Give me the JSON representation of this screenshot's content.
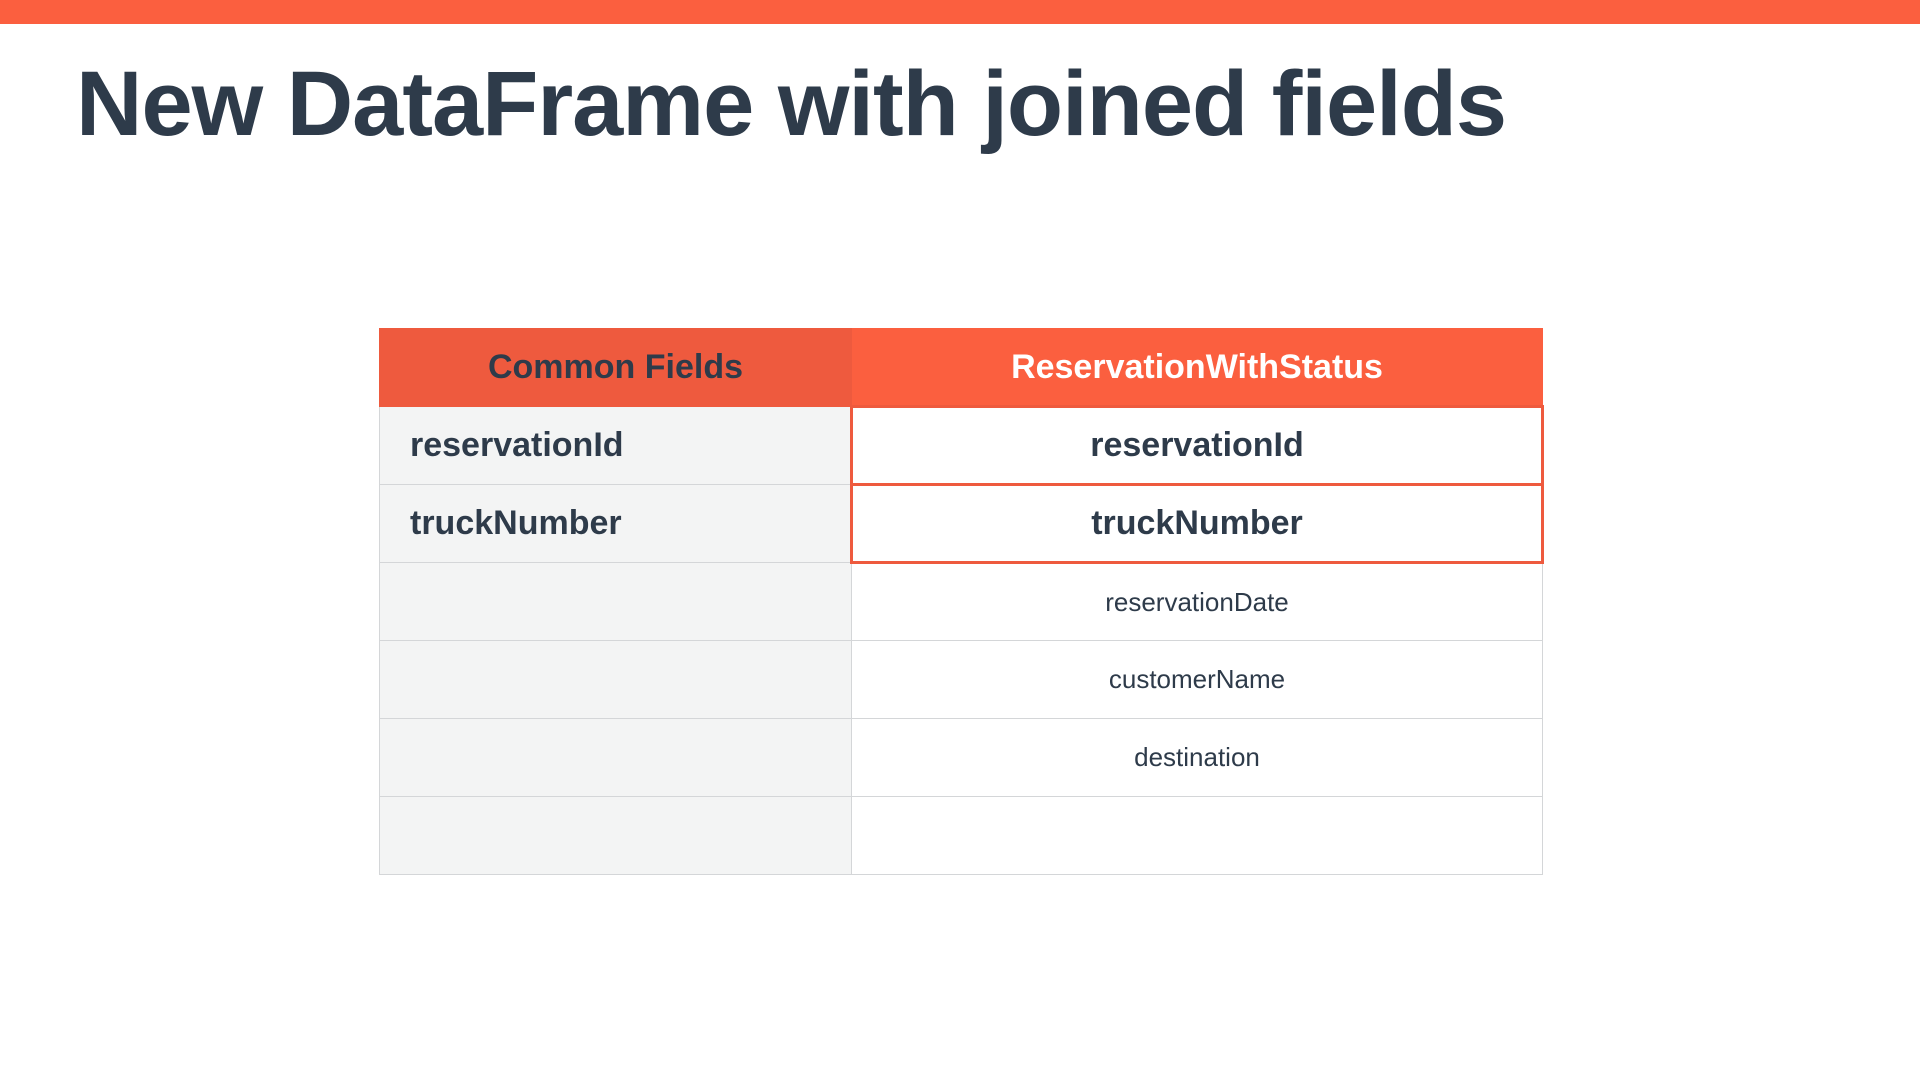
{
  "slide": {
    "title": "New DataFrame with joined fields"
  },
  "colors": {
    "accent": "#fb5f3f",
    "header_dark": "#ee5a3e",
    "text": "#2e3b4a",
    "left_column_bg": "#f3f4f4"
  },
  "table": {
    "headers": {
      "common": "Common Fields",
      "reservation": "ReservationWithStatus"
    },
    "rows": [
      {
        "common": "reservationId",
        "reservation": "reservationId",
        "joined": true
      },
      {
        "common": "truckNumber",
        "reservation": "truckNumber",
        "joined": true
      },
      {
        "common": "",
        "reservation": "reservationDate",
        "joined": false
      },
      {
        "common": "",
        "reservation": "customerName",
        "joined": false
      },
      {
        "common": "",
        "reservation": "destination",
        "joined": false
      },
      {
        "common": "",
        "reservation": "",
        "joined": false
      }
    ]
  }
}
